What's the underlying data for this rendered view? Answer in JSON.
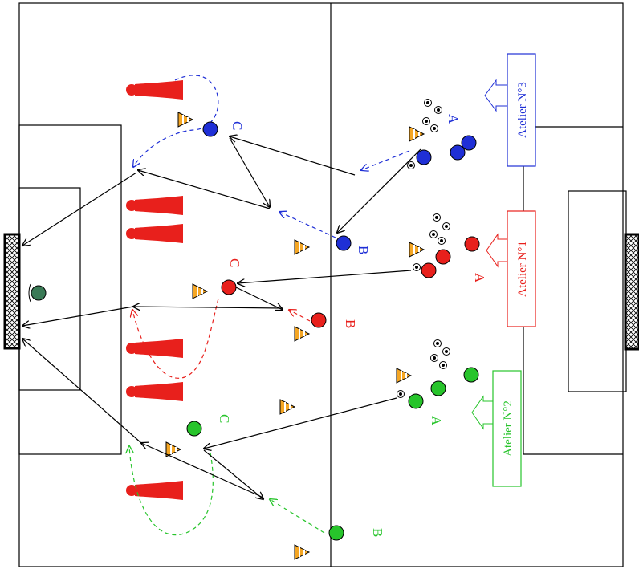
{
  "colors": {
    "blue": "#1f2fd6",
    "red": "#e8201c",
    "green": "#27c42b",
    "line": "#000000",
    "cone": "#f5a623",
    "keeper": "#3a7a56"
  },
  "workshops": [
    {
      "id": "ws3",
      "label": "Atelier N°3",
      "color": "#1f2fd6"
    },
    {
      "id": "ws1",
      "label": "Atelier N°1",
      "color": "#e8201c"
    },
    {
      "id": "ws2",
      "label": "Atelier N°2",
      "color": "#27c42b"
    }
  ],
  "station_labels": [
    {
      "id": "blue-a",
      "text": "A",
      "color": "#1f2fd6"
    },
    {
      "id": "blue-b",
      "text": "B",
      "color": "#1f2fd6"
    },
    {
      "id": "blue-c",
      "text": "C",
      "color": "#1f2fd6"
    },
    {
      "id": "red-a",
      "text": "A",
      "color": "#e8201c"
    },
    {
      "id": "red-b",
      "text": "B",
      "color": "#e8201c"
    },
    {
      "id": "red-c",
      "text": "C",
      "color": "#e8201c"
    },
    {
      "id": "green-a",
      "text": "A",
      "color": "#27c42b"
    },
    {
      "id": "green-b",
      "text": "B",
      "color": "#27c42b"
    },
    {
      "id": "green-c",
      "text": "C",
      "color": "#27c42b"
    }
  ]
}
